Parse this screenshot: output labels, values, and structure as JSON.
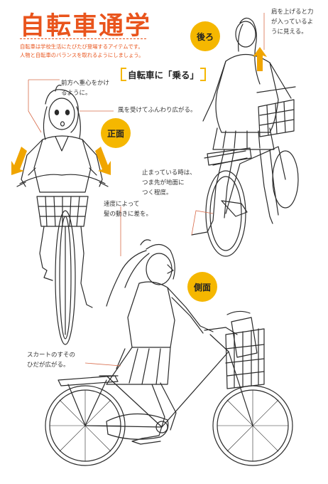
{
  "header": {
    "title": "自転車通学",
    "subtitle_lines": [
      "自転車は学校生活にたびたび登場するアイテムです。",
      "人物と自転車のバランスを取れるようにしましょう。"
    ]
  },
  "section_heading": "自転車に「乗る」",
  "views": {
    "back": "後ろ",
    "front": "正面",
    "side": "側面"
  },
  "notes": {
    "back_shoulder": "肩を上げると力\nが入っているよ\nうに見える。",
    "front_weight": "前方へ重心をかけ\nるように。",
    "front_wind": "風を受けてふんわり広がる。",
    "stopped": "止まっている時は、\nつま先が地面に\nつく程度。",
    "speed_hair": "速度によって\n髪の動きに差を。",
    "skirt": "スカートのすその\nひだが広がる。"
  },
  "colors": {
    "accent_orange": "#e9541c",
    "badge_yellow": "#f5b700",
    "arrow_orange": "#f0a500"
  }
}
